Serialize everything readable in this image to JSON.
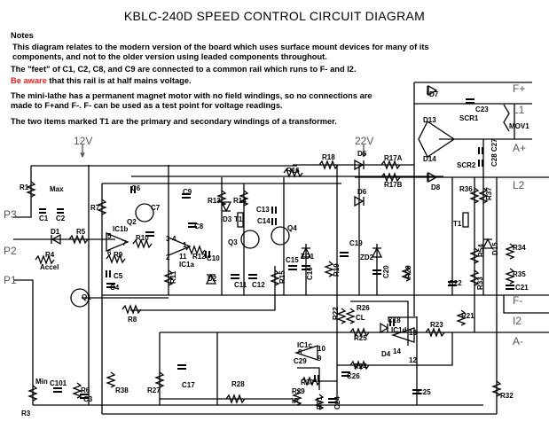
{
  "title": "KBLC-240D SPEED CONTROL CIRCUIT DIAGRAM",
  "notes": {
    "heading": "Notes",
    "line1": "This diagram relates to the modern version of the board which uses surface mount devices for many of its",
    "line2": "components, and not to the older version using leaded components throughout.",
    "line3": "The \"feet\" of C1, C2, C8, and C9 are connected to a common rail which runs to F- and I2.",
    "warning_label": "Be aware",
    "line4": " that this rail is at half mains voltage.",
    "line5": "The mini-lathe has a permanent magnet motor with  no field windings, so no connections are",
    "line6": "made to  F+and F-.    F- can be used as a test point for voltage readings.",
    "line7": "The two items marked T1 are the primary and secondary windings of a transformer."
  },
  "colors": {
    "warning": "#e81c1c",
    "wire": "#000000",
    "terminal_text": "#555555"
  },
  "terminals": {
    "v12": "12V",
    "v22": "22V",
    "P1": "P1",
    "P2": "P2",
    "P3": "P3",
    "Fplus": "F+",
    "L1": "L1",
    "Aplus": "A+",
    "L2": "L2",
    "Fminus": "F-",
    "I2": "I2",
    "Aminus": "A-"
  },
  "components": {
    "R1": "R1",
    "Max": "Max",
    "C1": "C1",
    "C2": "C2",
    "C6": "C6",
    "R7": "R7",
    "Q2": "Q2",
    "C7": "C7",
    "C9": "C9",
    "C8": "C8",
    "R13": "R13",
    "R14": "R14",
    "D3": "D3",
    "T1a": "T1",
    "C13": "C13",
    "C14": "C14",
    "Q4": "Q4",
    "Q3": "Q3",
    "R16": "R16",
    "R18": "R18",
    "D5": "D5",
    "R17A": "R17A",
    "R17B": "R17B",
    "D6": "D6",
    "D8": "D8",
    "D7": "D7",
    "C23": "C23",
    "MOV1": "MOV1",
    "D13": "D13",
    "SCR1": "SCR1",
    "D14": "D14",
    "SCR2": "SCR2",
    "C28C27": "C28 C27",
    "R36": "R36",
    "R37": "R37",
    "T1b": "T1",
    "R54": "R54",
    "D15": "D15",
    "R34": "R34",
    "R35": "R35",
    "C21": "C21",
    "C22": "C22",
    "R33": "R33",
    "R21": "R21",
    "R23": "R23",
    "D1": "D1",
    "R5": "R5",
    "R4": "R4",
    "Accel": "Accel",
    "IC1b": "IC1b",
    "p5": "5",
    "p7": "7",
    "p6": "6",
    "R9": "R9",
    "R10": "R10",
    "C5": "C5",
    "C4": "C4",
    "p3": "3",
    "p4": "4",
    "p1": "1",
    "p2": "2",
    "p11": "11",
    "IC1a": "IC1a",
    "R12": "R12",
    "C10": "C10",
    "R11": "R11",
    "D2": "D2",
    "C11": "C11",
    "C12": "C12",
    "R15": "R15",
    "C15": "C15",
    "C16": "C16",
    "ZD1": "ZD1",
    "R19": "R19",
    "C19": "C19",
    "ZD2": "ZD2",
    "C20": "C20",
    "R20": "R20",
    "Q1": "Q1",
    "R8": "R8",
    "R22": "R22",
    "R26": "R26",
    "CL": "CL",
    "C18": "C18",
    "IC1d": "IC1d",
    "p13": "13",
    "D4": "D4",
    "p14": "14",
    "p12": "12",
    "R25": "R25",
    "R24": "R24",
    "IC1c": "IC1c",
    "p8": "8",
    "p10": "10",
    "p9": "9",
    "C29": "C29",
    "R30": "R30",
    "R31": "R31",
    "C24": "C24",
    "C26": "C26",
    "R29": "R29",
    "IR": "IR",
    "C25": "C25",
    "R28": "R28",
    "R27": "R27",
    "C17": "C17",
    "R38": "R38",
    "R3": "R3",
    "Min": "Min",
    "C101": "C101",
    "R6": "R6",
    "C3": "C3",
    "R32": "R32"
  }
}
